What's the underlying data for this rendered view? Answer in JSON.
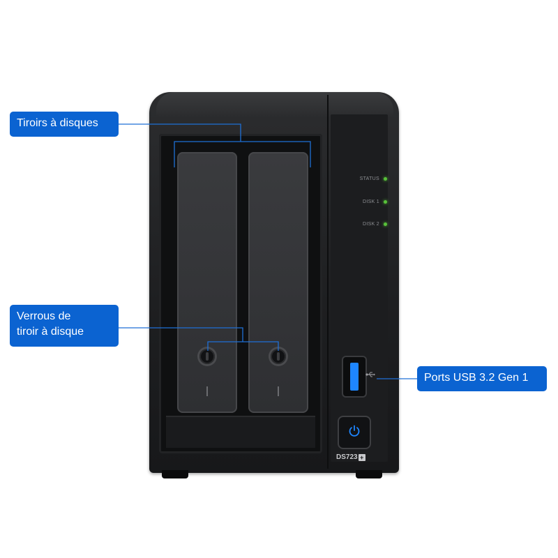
{
  "colors": {
    "callout_bg": "#0b63d1",
    "leader_line": "#1f6fd6",
    "led_green": "#58c23a",
    "accent_blue": "#1e86ff"
  },
  "callouts": {
    "drive_trays": "Tiroirs à disques",
    "tray_locks_line1": "Verrous de",
    "tray_locks_line2": "tiroir à disque",
    "usb_ports": "Ports USB 3.2 Gen 1"
  },
  "device": {
    "indicators": [
      {
        "label": "STATUS"
      },
      {
        "label": "DISK 1"
      },
      {
        "label": "DISK 2"
      }
    ],
    "usb_symbol": "⭠",
    "model_name": "DS723",
    "model_suffix": "+"
  },
  "icons": {
    "power": "power-icon",
    "usb": "usb-icon",
    "lock": "tray-lock-icon"
  }
}
